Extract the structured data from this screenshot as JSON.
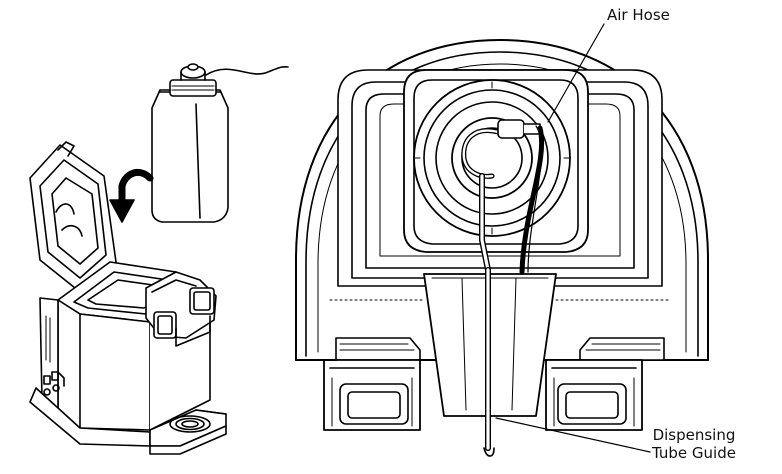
{
  "labels": {
    "air_hose": "Air Hose",
    "dispensing_tube_guide_line1": "Dispensing",
    "dispensing_tube_guide_line2": "Tube Guide"
  },
  "icons": {
    "left": "machine-with-bottle-illustration",
    "right": "dispenser-front-view-illustration",
    "arrow": "curved-arrow-icon"
  },
  "colors": {
    "line": "#000000",
    "fill": "#ffffff",
    "text": "#111111"
  }
}
